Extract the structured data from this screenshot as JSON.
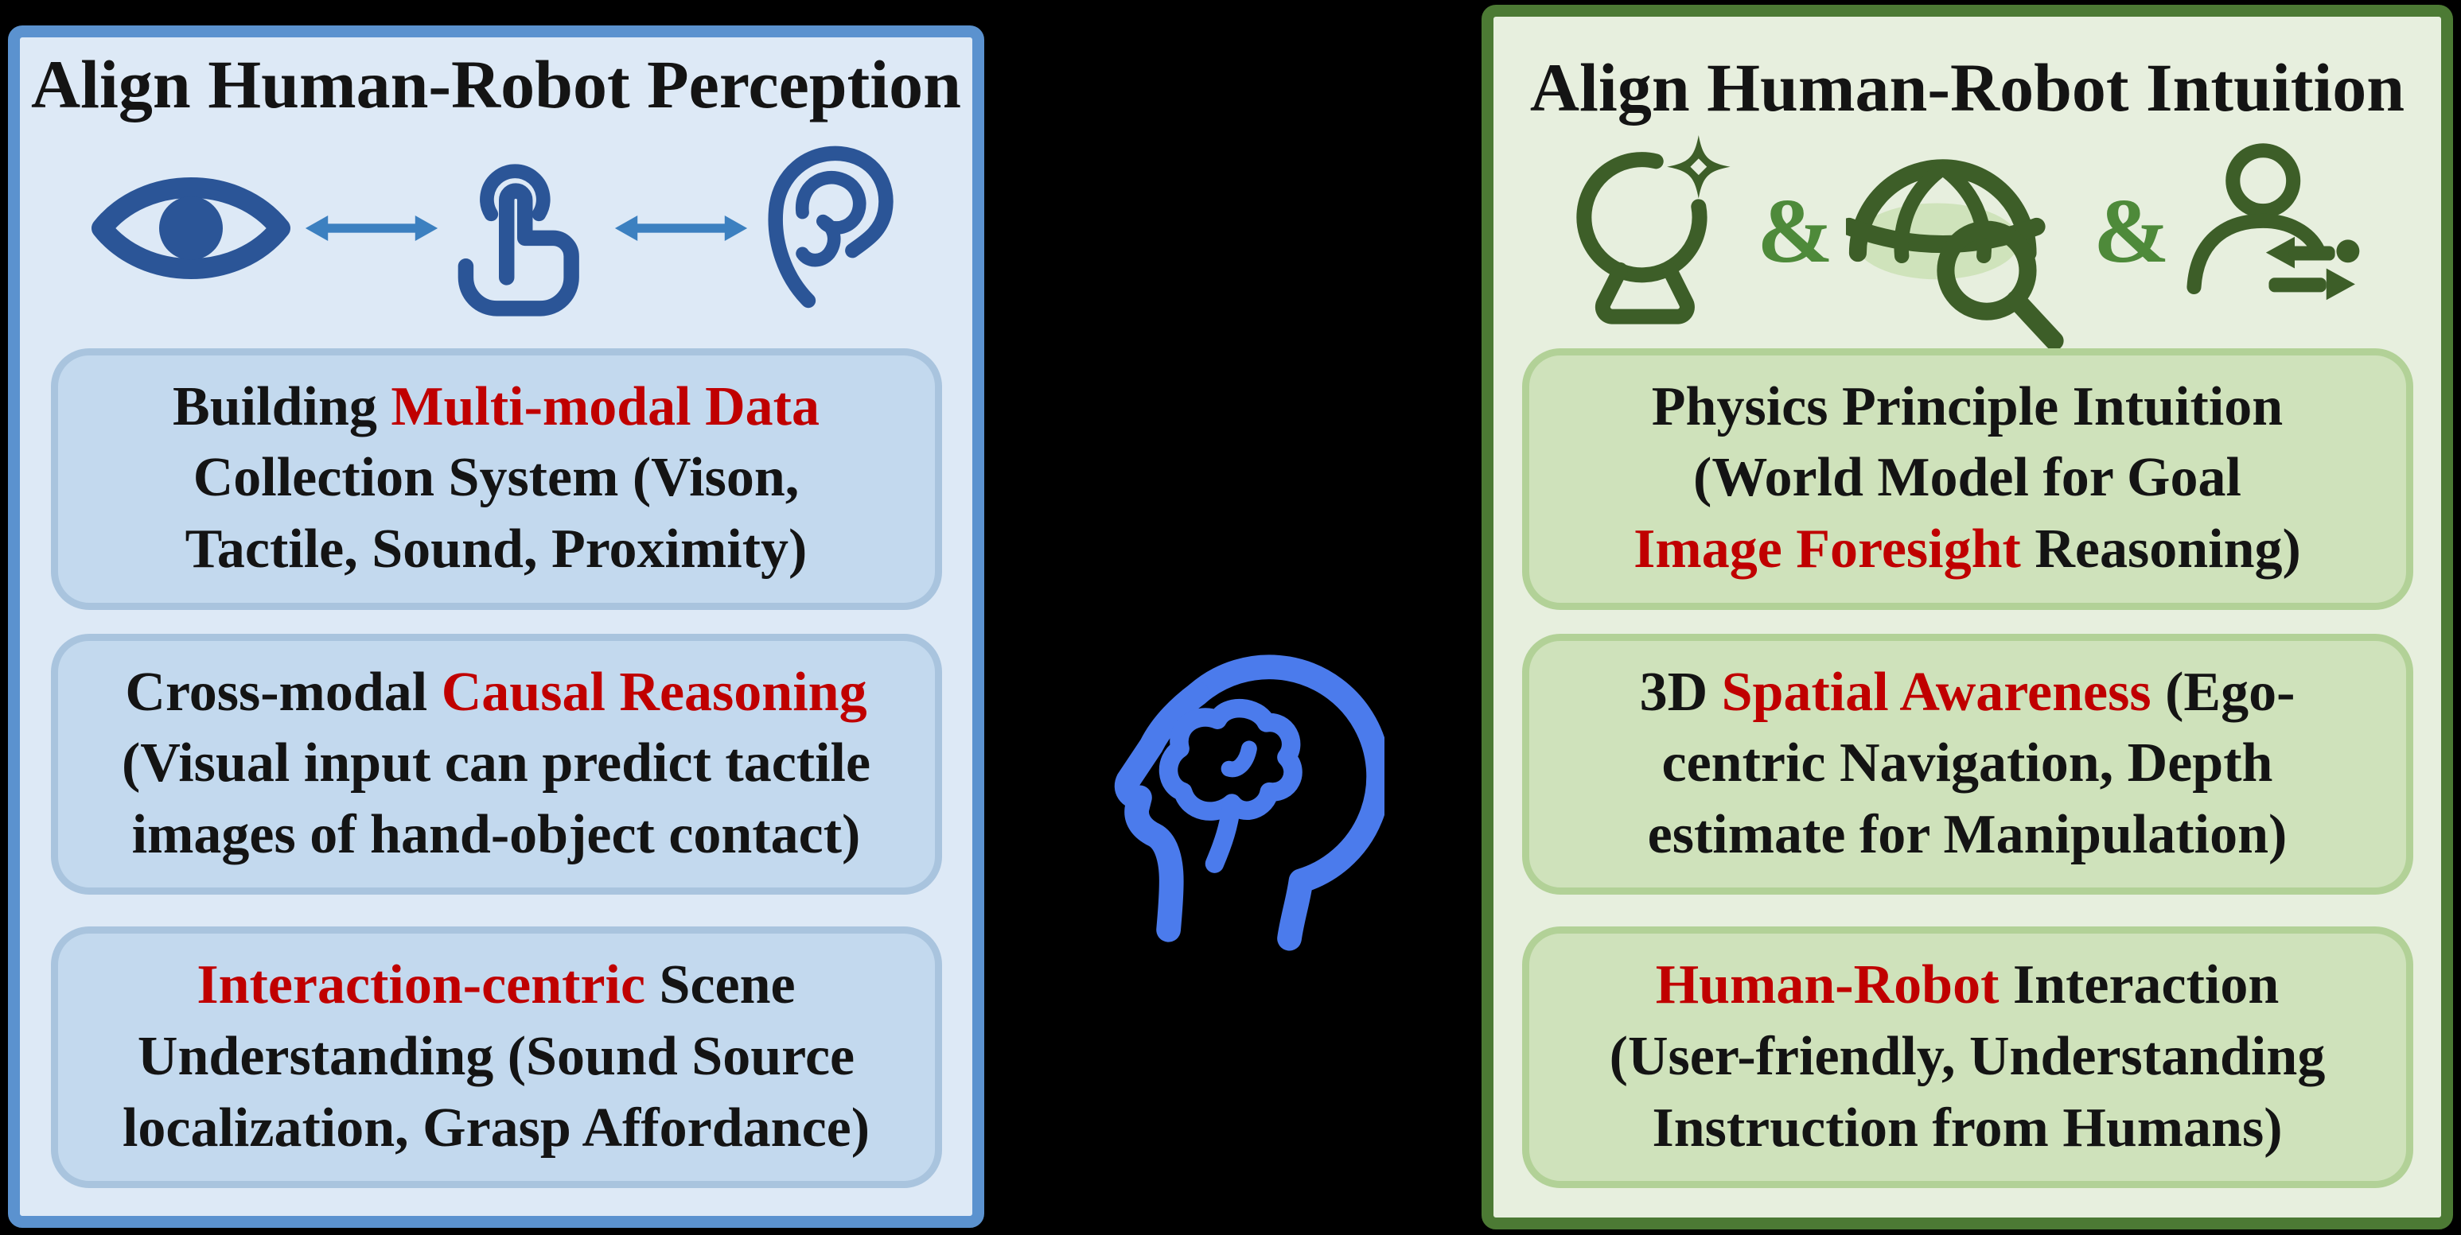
{
  "colors": {
    "canvas_bg": "#000000",
    "text_black": "#141414",
    "emphasis_red": "#c00000",
    "left_panel_bg": "#dde9f6",
    "left_panel_border": "#5b92cf",
    "left_box_bg": "#c3d9ee",
    "left_box_border": "#a9c4de",
    "left_icon_blue": "#2b5597",
    "arrow_blue": "#3c80c0",
    "right_panel_bg": "#e7efde",
    "right_panel_border": "#4c7a34",
    "right_box_bg": "#cfe2bb",
    "right_box_border": "#b2d197",
    "right_icon_green": "#3d5e28",
    "ampersand_green": "#4e8a3a",
    "globe_blob_green": "#cfe3bb",
    "brain_blue": "#4b7bec"
  },
  "left_panel": {
    "title": "Align Human-Robot Perception",
    "icons": [
      "eye-icon",
      "left-right-arrow-icon",
      "touch-icon",
      "left-right-arrow-icon",
      "ear-icon"
    ],
    "boxes": [
      {
        "lines": [
          [
            {
              "t": "Building ",
              "em": false
            },
            {
              "t": "Multi-modal Data",
              "em": true
            }
          ],
          [
            {
              "t": "Collection System (Vison,",
              "em": false
            }
          ],
          [
            {
              "t": "Tactile, Sound, Proximity)",
              "em": false
            }
          ]
        ]
      },
      {
        "lines": [
          [
            {
              "t": "Cross-modal ",
              "em": false
            },
            {
              "t": "Causal Reasoning",
              "em": true
            }
          ],
          [
            {
              "t": "(Visual input can predict tactile",
              "em": false
            }
          ],
          [
            {
              "t": "images of hand-object contact)",
              "em": false
            }
          ]
        ]
      },
      {
        "lines": [
          [
            {
              "t": "Interaction-centric",
              "em": true
            },
            {
              "t": " Scene",
              "em": false
            }
          ],
          [
            {
              "t": "Understanding (Sound Source",
              "em": false
            }
          ],
          [
            {
              "t": "localization, Grasp Affordance)",
              "em": false
            }
          ]
        ]
      }
    ]
  },
  "center": {
    "icon": "head-brain-icon"
  },
  "right_panel": {
    "title": "Align Human-Robot Intuition",
    "ampersand": "&",
    "icons": [
      "crystal-ball-icon",
      "ampersand",
      "globe-search-icon",
      "ampersand",
      "person-exchange-icon"
    ],
    "boxes": [
      {
        "lines": [
          [
            {
              "t": "Physics Principle Intuition",
              "em": false
            }
          ],
          [
            {
              "t": "(World Model for Goal",
              "em": false
            }
          ],
          [
            {
              "t": "Image Foresight",
              "em": true
            },
            {
              "t": " Reasoning)",
              "em": false
            }
          ]
        ]
      },
      {
        "lines": [
          [
            {
              "t": "3D ",
              "em": false
            },
            {
              "t": "Spatial Awareness",
              "em": true
            },
            {
              "t": " (Ego-",
              "em": false
            }
          ],
          [
            {
              "t": "centric Navigation, Depth",
              "em": false
            }
          ],
          [
            {
              "t": "estimate for Manipulation)",
              "em": false
            }
          ]
        ]
      },
      {
        "lines": [
          [
            {
              "t": "Human-Robot",
              "em": true
            },
            {
              "t": " Interaction",
              "em": false
            }
          ],
          [
            {
              "t": "(User-friendly, Understanding",
              "em": false
            }
          ],
          [
            {
              "t": "Instruction from Humans)",
              "em": false
            }
          ]
        ]
      }
    ]
  }
}
